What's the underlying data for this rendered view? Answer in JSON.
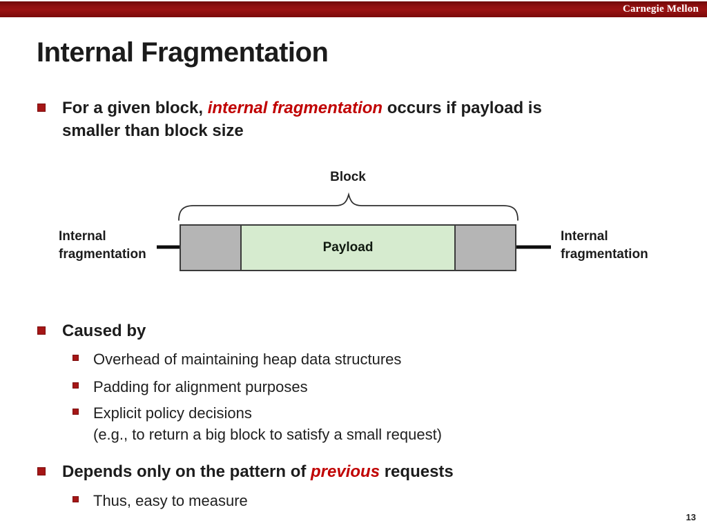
{
  "header": {
    "brand": "Carnegie Mellon"
  },
  "slide": {
    "title": "Internal Fragmentation",
    "page_number": "13"
  },
  "content": {
    "bullet1_pre": "For a given block, ",
    "bullet1_red": "internal fragmentation",
    "bullet1_post_line1": " occurs if payload is",
    "bullet1_post_line2": "smaller than block size",
    "caused_by": "Caused by",
    "caused_items": [
      "Overhead of maintaining heap data structures",
      "Padding for alignment purposes",
      "Explicit policy decisions",
      "(e.g., to return a big block to satisfy a small request)"
    ],
    "depends_pre": "Depends only on the pattern of ",
    "depends_red": "previous",
    "depends_post": " requests",
    "thus": "Thus, easy to measure"
  },
  "diagram": {
    "block_label": "Block",
    "payload_label": "Payload",
    "left_label": [
      "Internal",
      "fragmentation"
    ],
    "right_label": [
      "Internal",
      "fragmentation"
    ]
  },
  "theme": {
    "bar_red": "#8f0f0f",
    "accent_red": "#c00000",
    "bullet_red": "#a51616",
    "diagram_gray": "#b5b5b5",
    "diagram_green": "#d6ebcf",
    "text_dark": "#1c1c1c"
  }
}
